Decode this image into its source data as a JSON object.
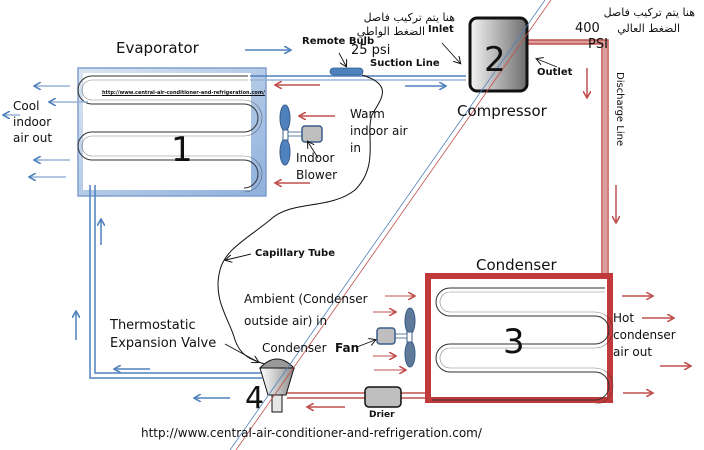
{
  "title": "Air conditioner refrigeration cycle diagram",
  "components": {
    "evaporator": {
      "label": "Evaporator",
      "number": "1",
      "inner_url": "http://www.central-air-conditioner-and-refrigeration.com/"
    },
    "compressor": {
      "label": "Compressor",
      "number": "2"
    },
    "condenser": {
      "label": "Condenser",
      "number": "3"
    },
    "expansion_valve": {
      "label_line1": "Thermostatic",
      "label_line2": "Expansion Valve",
      "number": "4"
    }
  },
  "labels": {
    "remote_bulb": "Remote Bulb",
    "suction_pressure": "25 psi",
    "suction_line": "Suction Line",
    "inlet": "Inlet",
    "outlet": "Outlet",
    "discharge_line": "Discharge Line",
    "discharge_pressure": "400",
    "discharge_pressure_unit": "PSI",
    "arabic_low_line1": "هنا يتم تركيب فاصل",
    "arabic_low_line2": "الضغط الواطي",
    "arabic_high_line1": "هنا يتم تركيب فاصل",
    "arabic_high_line2": "الضغط العالي",
    "cool_air_line1": "Cool",
    "cool_air_line2": "indoor",
    "cool_air_line3": "air out",
    "warm_air_line1": "Warm",
    "warm_air_line2": "indoor air",
    "warm_air_line3": "in",
    "indoor_blower_line1": "Indoor",
    "indoor_blower_line2": "Blower",
    "capillary_tube": "Capillary Tube",
    "ambient_line1": "Ambient (Condenser",
    "ambient_line2": "outside air) in",
    "condenser_fan_word1": "Condenser",
    "condenser_fan_word2": "Fan",
    "hot_air_line1": "Hot",
    "hot_air_line2": "condenser",
    "hot_air_line3": "air out",
    "drier": "Drier"
  },
  "footer_url": "http://www.central-air-conditioner-and-refrigeration.com/",
  "colors": {
    "low_side_blue": "#4f81bd",
    "high_side_red": "#c0504d",
    "evaporator_box": "#95b3d7",
    "condenser_box": "#c0393b",
    "component_gray": "#a6a6a6"
  }
}
